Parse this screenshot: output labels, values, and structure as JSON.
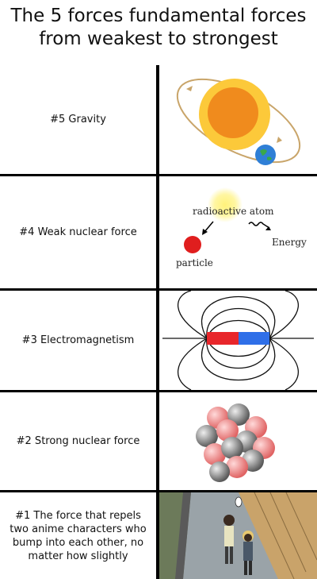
{
  "title": {
    "line1": "The 5 forces fundamental forces",
    "line2": "from weakest to strongest"
  },
  "rows": [
    {
      "label": "#5 Gravity"
    },
    {
      "label": "#4 Weak nuclear force",
      "diagram": {
        "atom": "radioactive atom",
        "particle": "particle",
        "energy": "Energy"
      }
    },
    {
      "label": "#3 Electromagnetism"
    },
    {
      "label": "#2 Strong nuclear force"
    },
    {
      "label": "#1 The force that repels two anime characters who bump into each other, no matter how slightly"
    }
  ],
  "colors": {
    "sun_outer": "#fcc93a",
    "sun_inner": "#f08b1d",
    "magnet_red": "#e8262b",
    "magnet_blue": "#2f6fe8",
    "proton": "#f08a8a",
    "neutron": "#8c8c8c"
  }
}
